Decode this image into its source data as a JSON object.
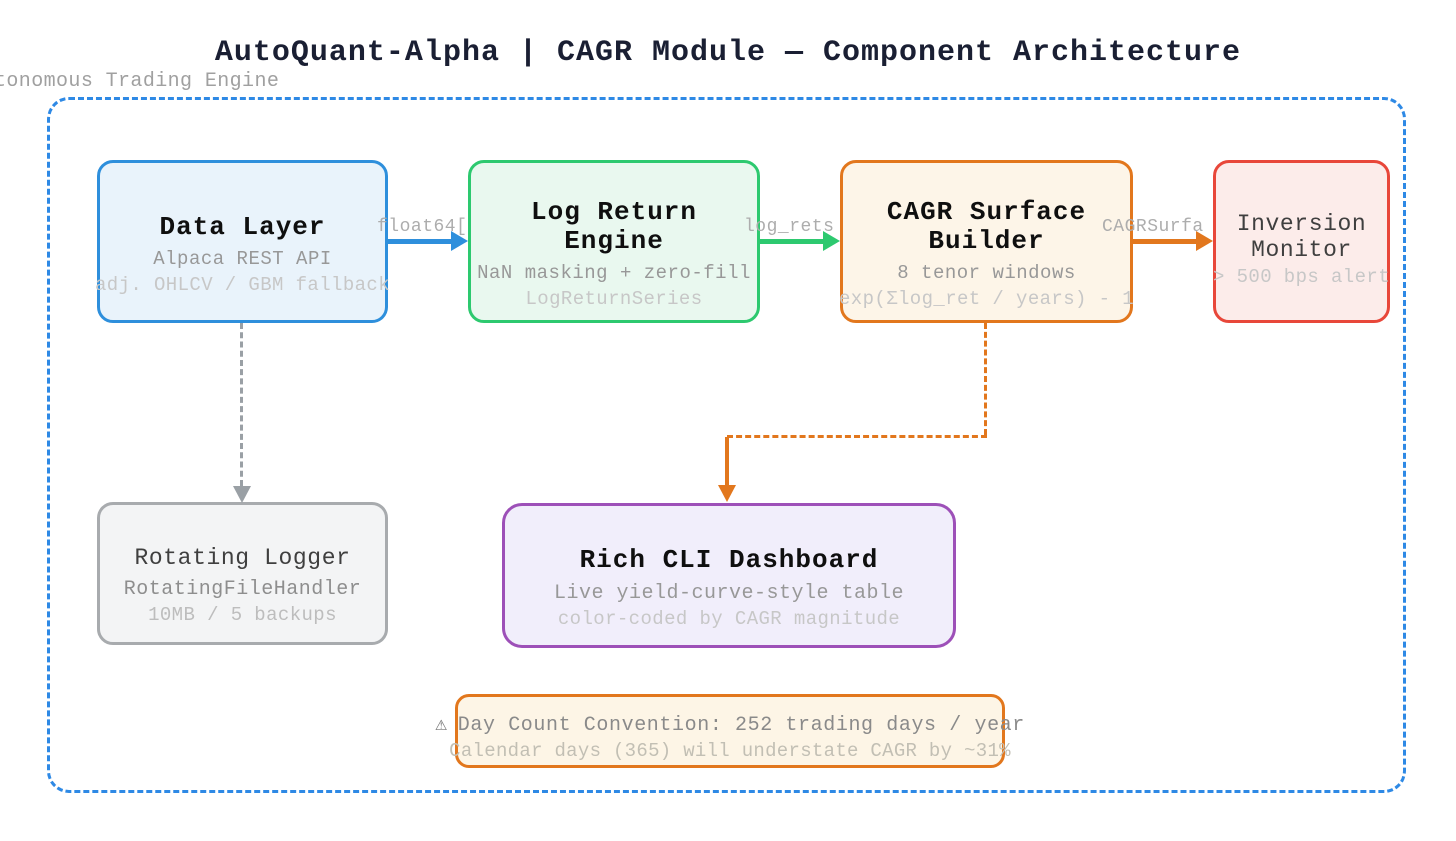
{
  "page_title": "AutoQuant-Alpha | CAGR Module — Component Architecture",
  "container": {
    "label": "tonomous Trading Engine"
  },
  "nodes": {
    "data_layer": {
      "title": "Data Layer",
      "subtitle": "Alpaca REST API",
      "detail": "adj. OHLCV / GBM fallback"
    },
    "log_return_engine": {
      "title": "Log Return Engine",
      "subtitle": "NaN masking + zero-fill",
      "detail": "LogReturnSeries"
    },
    "cagr_surface_builder": {
      "title": "CAGR Surface Builder",
      "subtitle": "8 tenor windows",
      "detail": "exp(Σlog_ret / years) - 1"
    },
    "inversion_monitor": {
      "title": "Inversion Monitor",
      "subtitle": "> 500 bps alert"
    },
    "rotating_logger": {
      "title": "Rotating Logger",
      "subtitle": "RotatingFileHandler",
      "detail": "10MB / 5 backups"
    },
    "rich_cli_dashboard": {
      "title": "Rich CLI Dashboard",
      "subtitle": "Live yield-curve-style table",
      "detail": "color-coded by CAGR magnitude"
    }
  },
  "edges": {
    "data_to_logreturn": {
      "label": "float64["
    },
    "logreturn_to_cagr": {
      "label": "log_rets"
    },
    "cagr_to_inversion": {
      "label": "CAGRSurfa"
    }
  },
  "note": {
    "icon": "⚠",
    "line1": "Day Count Convention: 252 trading days / year",
    "line2": "Calendar days (365) will understate CAGR by ~31%"
  },
  "colors": {
    "frame_blue": "#2e89e5",
    "node_blue": "#2e8fdc",
    "node_green": "#2dc96f",
    "node_orange": "#e2771d",
    "node_red": "#e8473a",
    "node_gray": "#a8abae",
    "node_purple": "#9d50b8"
  }
}
